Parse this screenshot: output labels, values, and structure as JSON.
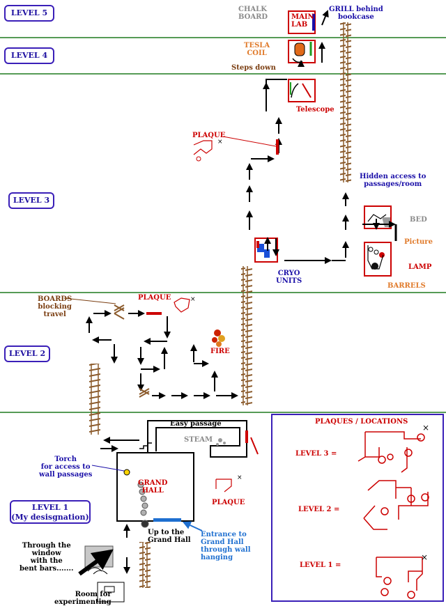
{
  "levels": [
    {
      "id": "level5",
      "label": "LEVEL  5"
    },
    {
      "id": "level4",
      "label": "LEVEL  4"
    },
    {
      "id": "level3",
      "label": "LEVEL  3"
    },
    {
      "id": "level2",
      "label": "LEVEL  2"
    },
    {
      "id": "level1",
      "label": "LEVEL  1",
      "sub": "(My desisgnation)"
    }
  ],
  "labels": {
    "chalkboard": "CHALK\nBOARD",
    "main_lab": "MAIN\nLAB",
    "grill": "GRILL behind\nbookcase",
    "tesla": "TESLA\nCOIL",
    "steps_down": "Steps down",
    "telescope": "Telescope",
    "plaque3": "PLAQUE",
    "hidden_access": "Hidden access to\npassages/room",
    "bed": "BED",
    "picture": "Picture",
    "lamp": "LAMP",
    "barrels": "BARRELS",
    "cryo": "CRYO\nUNITS",
    "boards": "BOARDS\nblocking\ntravel",
    "plaque2": "PLAQUE",
    "fire": "FIRE",
    "easy_passage": "Easy passage",
    "steam": "STEAM",
    "torch": "Torch\nfor access to\nwall passages",
    "grand_hall": "GRAND\nHALL",
    "plaque1": "PLAQUE",
    "up_to_hall": "Up to the\nGrand Hall",
    "entrance": "Entrance to\nGrand Hall\nthrough wall\nhanging",
    "window": "Through the\nwindow\nwith the\nbent bars.......",
    "room_exp": "Room for\nexperimenting"
  },
  "legend": {
    "title": "PLAQUES / LOCATIONS",
    "rows": [
      "LEVEL  3  =",
      "LEVEL  2  =",
      "LEVEL  1  ="
    ]
  },
  "colors": {
    "level_border": "#3a1fb8",
    "separator": "#1f7a1f",
    "room_border": "#cc0000",
    "ladder": "#8b5a2b",
    "arrow": "#000000",
    "plaque_line": "#cc0000"
  }
}
